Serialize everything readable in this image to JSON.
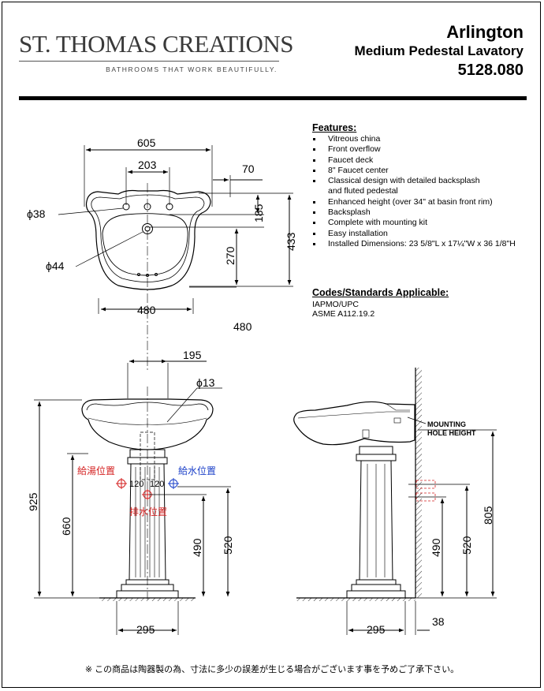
{
  "brand": {
    "name": "ST. THOMAS CREATIONS",
    "tagline": "BATHROOMS THAT WORK BEAUTIFULLY."
  },
  "product": {
    "name": "Arlington",
    "subtitle": "Medium Pedestal Lavatory",
    "model": "5128.080"
  },
  "features": {
    "heading": "Features:",
    "items": [
      "Vitreous china",
      "Front overflow",
      "Faucet deck",
      "8\" Faucet center",
      "Classical design with detailed backsplash",
      "Enhanced height (over 34\" at basin front rim)",
      "Backsplash",
      "Complete with mounting kit",
      "Easy installation",
      "Installed Dimensions: 23 5/8\"L x 17¼\"W x 36 1/8\"H"
    ],
    "item_continuation": "and fluted pedestal"
  },
  "codes": {
    "heading": "Codes/Standards Applicable:",
    "items": [
      "IAPMO/UPC",
      "ASME A112.19.2"
    ]
  },
  "top_view": {
    "width": "605",
    "faucet_spread": "203",
    "back_offset": "70",
    "faucet_depth": "185",
    "depth": "433",
    "drain_depth": "270",
    "faucet_hole": "ϕ38",
    "drain_hole": "ϕ44",
    "basin_width": "480",
    "extra_label": "480"
  },
  "front_view": {
    "drain_offset": "195",
    "supply_hole": "ϕ13",
    "hot_label": "給湯位置",
    "cold_label": "給水位置",
    "drain_label": "排水位置",
    "supply_spacing_left": "120",
    "supply_spacing_right": "120",
    "overall_height": "925",
    "rim_height": "660",
    "drain_height": "490",
    "supply_height": "520",
    "base_width": "295"
  },
  "side_view": {
    "mounting_label_1": "MOUNTING",
    "mounting_label_2": "HOLE HEIGHT",
    "mounting_height": "805",
    "drain_height": "490",
    "supply_height": "520",
    "base_width": "295",
    "wall_gap": "38"
  },
  "note": "※ この商品は陶器製の為、寸法に多少の誤差が生じる場合がございます事を予めご了承下さい。",
  "colors": {
    "hot": "#d42020",
    "cold": "#1a3fc8",
    "drain": "#d42020"
  }
}
